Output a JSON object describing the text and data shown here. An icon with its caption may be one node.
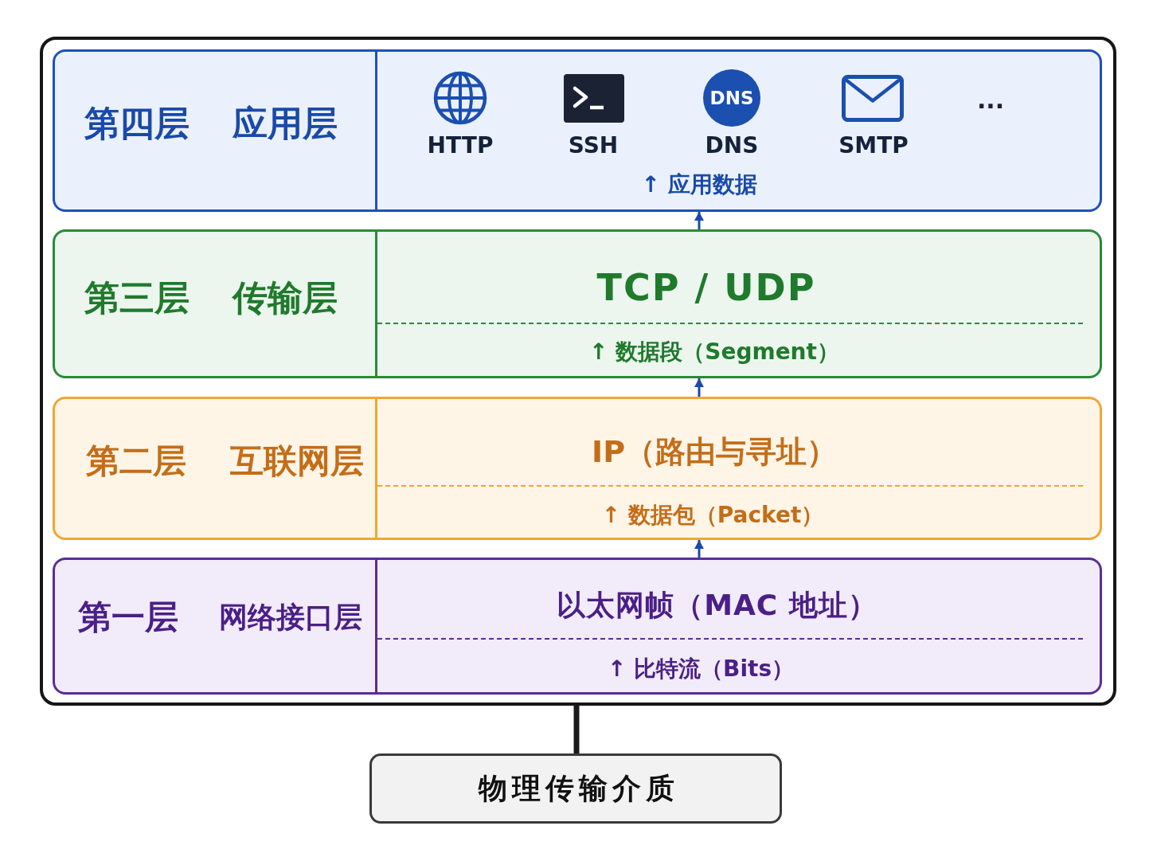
{
  "diagram": {
    "nodes": [
      {
        "text": [],
        "shape": "box"
      },
      {
        "text": [
          "第四层",
          "应用层",
          "HTTP",
          "SSH",
          "DNS",
          "SMTP",
          "...",
          "↑ 应用数据"
        ],
        "in": 0
      },
      {
        "text": [
          "第三层",
          "传输层",
          "TCP / UDP",
          "↑ 数据段（Segment）"
        ],
        "in": 0
      },
      {
        "text": [
          "第二层",
          "互联网层",
          "IP（路由与寻址）",
          "↑ 数据包（Packet）"
        ],
        "in": 0
      },
      {
        "text": [
          "第一层",
          "网络接口层",
          "以太网帧（MAC 地址）",
          "↑ 比特流（Bits）"
        ],
        "in": 0
      },
      {
        "text": [
          "物理传输介质"
        ]
      }
    ],
    "edges": [
      {
        "from": 4,
        "to": 3,
        "arrow": "to"
      },
      {
        "from": 3,
        "to": 2,
        "arrow": "to"
      },
      {
        "from": 2,
        "to": 1,
        "arrow": "to"
      },
      {
        "from": 0,
        "to": 5,
        "arrow": "none",
        "style": "thick",
        "color": "#1a1a1a"
      }
    ],
    "labels": [
      "DNS"
    ]
  }
}
